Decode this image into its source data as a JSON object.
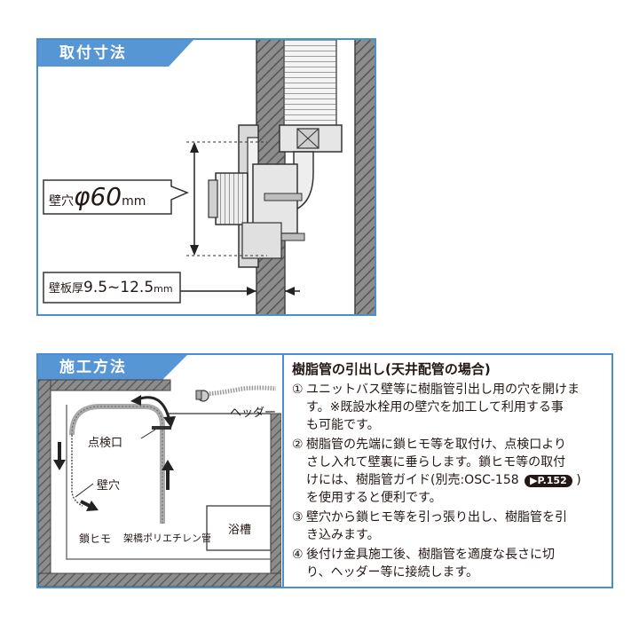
{
  "dimensions_panel": {
    "tab_label": "取付寸法",
    "hole_label_prefix": "壁穴",
    "hole_label_phi": "φ60",
    "hole_label_unit": "mm",
    "board_label_prefix": "壁板厚",
    "board_label_value": "9.5~12.5",
    "board_label_unit": "mm"
  },
  "method_panel": {
    "tab_label": "施工方法",
    "labels": {
      "header": "ヘッダー",
      "inspection_port": "点検口",
      "wall_hole": "壁穴",
      "chain_string": "鎖ヒモ",
      "pipe": "架橋ポリエチレン管",
      "bathtub": "浴槽"
    },
    "steps_title": "樹脂管の引出し(天井配管の場合)",
    "steps": [
      {
        "num": "①",
        "lines": [
          "ユニットバス壁等に樹脂管引出し用の穴を開けま",
          "す。※既設水栓用の壁穴を加工して利用する事",
          "も可能です。"
        ]
      },
      {
        "num": "②",
        "lines": [
          "樹脂管の先端に鎖ヒモ等を取付け、点検口より",
          "さし入れて壁裏に垂らします。鎖ヒモ等の取付",
          "けには、樹脂管ガイド(別売:OSC-158",
          "を使用すると便利です。"
        ],
        "badge": "▶P.152",
        "badge_suffix": ")"
      },
      {
        "num": "③",
        "lines": [
          "壁穴から鎖ヒモ等を引っ張り出し、樹脂管を引",
          "き込みます。"
        ]
      },
      {
        "num": "④",
        "lines": [
          "後付け金具施工後、樹脂管を適度な長さに切",
          "り、ヘッダー等に接続します。"
        ]
      }
    ]
  },
  "colors": {
    "accent": "#5796d4",
    "border": "#4a8fcf",
    "hatch": "#6b6b6b",
    "metal": "#9a9a9a"
  }
}
